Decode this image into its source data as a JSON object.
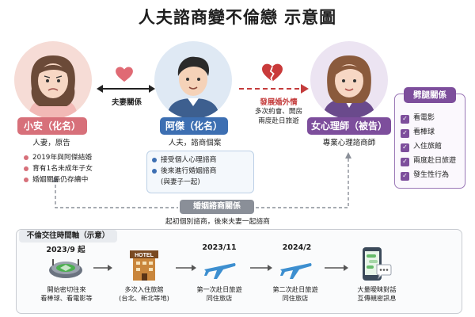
{
  "title": "人夫諮商變不倫戀 示意圖",
  "people": {
    "xiaoan": {
      "name": "小安（化名）",
      "role": "人妻，原告",
      "bullets": [
        "2019年與阿傑結婚",
        "育有1名未成年子女",
        "婚姻關係仍存續中"
      ]
    },
    "ajie": {
      "name": "阿傑（化名）",
      "role": "人夫，諮商個案",
      "bullets": [
        "接受個人心理諮商",
        "後來進行婚姻諮商"
      ],
      "bullet_note": "(與妻子一起)"
    },
    "therapist": {
      "name": "女心理師（被告）",
      "role": "專業心理諮商師"
    }
  },
  "relations": {
    "couple": "夫妻關係",
    "affair": "發展婚外情",
    "affair_detail": [
      "多次約會、開房",
      "兩度赴日旅遊"
    ],
    "counseling": "婚姻諮商關係",
    "counseling_detail": "起初個別諮商，後來夫妻一起諮商"
  },
  "affair_box": {
    "title": "劈腿關係",
    "items": [
      "看電影",
      "看棒球",
      "入住旅館",
      "兩度赴日旅遊",
      "發生性行為"
    ]
  },
  "timeline": {
    "title": "不倫交往時間軸（示意）",
    "events": [
      {
        "date": "2023/9 起",
        "caption": [
          "開始密切往來",
          "看棒球、看電影等"
        ],
        "icon": "stadium-icon"
      },
      {
        "date": "",
        "caption": [
          "多次入住旅館",
          "(台北、新北等地)"
        ],
        "icon": "hotel-icon",
        "icon_text": "HOTEL"
      },
      {
        "date": "2023/11",
        "caption": [
          "第一次赴日旅遊",
          "同住旅店"
        ],
        "icon": "airplane-icon"
      },
      {
        "date": "2024/2",
        "caption": [
          "第二次赴日旅遊",
          "同住旅店"
        ],
        "icon": "airplane-icon"
      },
      {
        "date": "",
        "caption": [
          "大量曖昧對話",
          "互傳親密訊息"
        ],
        "icon": "phone-chat-icon"
      }
    ]
  },
  "colors": {
    "xiaoan": "#d7707a",
    "ajie": "#3d6fb2",
    "therapist": "#7d4e9c",
    "affair_red": "#c43c3c",
    "counseling_gray": "#8a8f98"
  }
}
